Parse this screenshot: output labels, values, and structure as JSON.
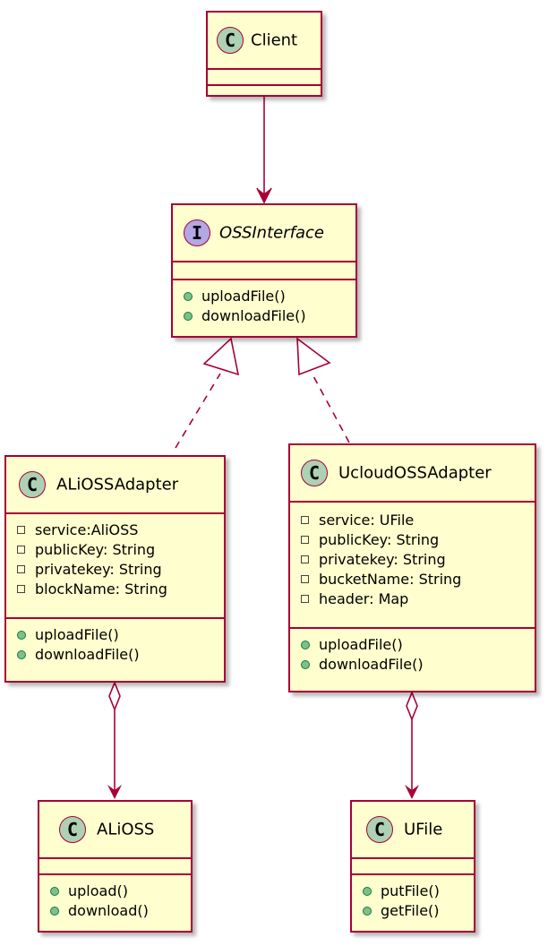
{
  "classes": {
    "client": {
      "name": "Client",
      "stereotype_icon": "C",
      "attributes": [],
      "methods": []
    },
    "oss_interface": {
      "name": "OSSInterface",
      "stereotype_icon": "I",
      "attributes": [],
      "methods": [
        "uploadFile()",
        "downloadFile()"
      ]
    },
    "alioss_adapter": {
      "name": "ALiOSSAdapter",
      "stereotype_icon": "C",
      "attributes": [
        "service:AliOSS",
        "publicKey: String",
        "privatekey: String",
        "blockName: String"
      ],
      "methods": [
        "uploadFile()",
        "downloadFile()"
      ]
    },
    "ucloud_adapter": {
      "name": "UcloudOSSAdapter",
      "stereotype_icon": "C",
      "attributes": [
        "service: UFile",
        "publicKey: String",
        "privatekey: String",
        "bucketName: String",
        "header: Map"
      ],
      "methods": [
        "uploadFile()",
        "downloadFile()"
      ]
    },
    "alioss": {
      "name": "ALiOSS",
      "stereotype_icon": "C",
      "attributes": [],
      "methods": [
        "upload()",
        "download()"
      ]
    },
    "ufile": {
      "name": "UFile",
      "stereotype_icon": "C",
      "attributes": [],
      "methods": [
        "putFile()",
        "getFile()"
      ]
    }
  },
  "relations": [
    {
      "from": "Client",
      "to": "OSSInterface",
      "type": "association"
    },
    {
      "from": "ALiOSSAdapter",
      "to": "OSSInterface",
      "type": "realization"
    },
    {
      "from": "UcloudOSSAdapter",
      "to": "OSSInterface",
      "type": "realization"
    },
    {
      "from": "ALiOSSAdapter",
      "to": "ALiOSS",
      "type": "aggregation"
    },
    {
      "from": "UcloudOSSAdapter",
      "to": "UFile",
      "type": "aggregation"
    }
  ],
  "colors": {
    "border": "#a80036",
    "fill": "#fefece",
    "class_badge": "#add1b2",
    "interface_badge": "#b4a7e5",
    "public_marker": "#84be84"
  }
}
